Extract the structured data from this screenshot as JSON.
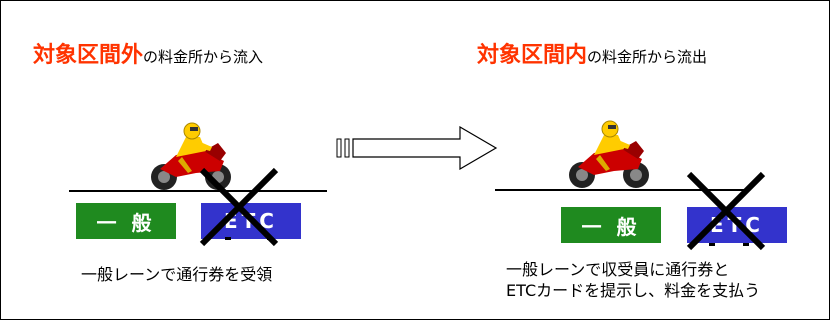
{
  "left": {
    "heading_big": "対象区間外",
    "heading_small": "の料金所から流入",
    "lane_general": "一 般",
    "lane_etc": "ETC",
    "note_line1": "一般レーンで通行券を受領"
  },
  "right": {
    "heading_big": "対象区間内",
    "heading_small": "の料金所から流出",
    "lane_general": "一 般",
    "lane_etc": "ETC",
    "note_line1": "一般レーンで収受員に通行券と",
    "note_line2": "ETCカードを提示し、料金を支払う"
  },
  "colors": {
    "heading_accent": "#ff3300",
    "general_lane": "#1f8a1f",
    "etc_lane": "#3333cc",
    "moto_body": "#cc0000",
    "rider_suit": "#ffcc00"
  },
  "icons": {
    "motorcycle": "motorcycle-rider-icon",
    "arrow": "right-arrow-icon",
    "cross": "x-mark-icon"
  }
}
